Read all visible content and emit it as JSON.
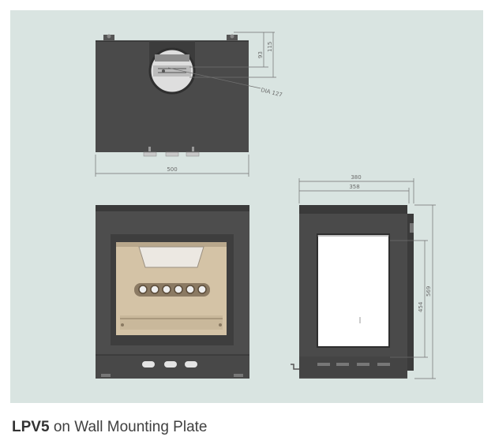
{
  "colors": {
    "panel": "#d9e4e1",
    "metal_dark": "#4a4a4a",
    "metal_mid": "#5a5a5a",
    "firebox": "#d4c3a6",
    "dimension_line": "#707070"
  },
  "dimensions": {
    "flue_top_offset": "93",
    "flue_top_offset_outer": "115",
    "flue_diameter": "DIA 127",
    "plate_width": "500",
    "depth_outer": "380",
    "depth_inner": "358",
    "height_inner": "454",
    "height_outer": "569"
  },
  "caption": {
    "model": "LPV5",
    "text": "on Wall Mounting Plate"
  }
}
